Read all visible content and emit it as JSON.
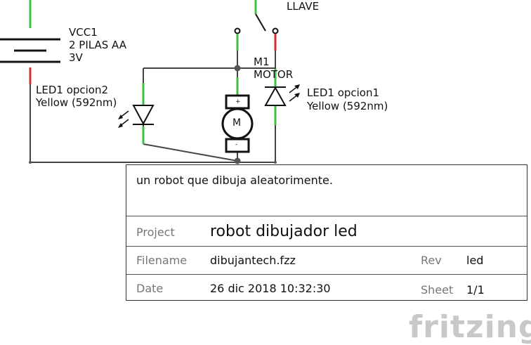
{
  "schematic": {
    "battery": {
      "ref": "VCC1",
      "value": "2 PILAS AA",
      "voltage": "3V"
    },
    "switch": {
      "ref": "LLAVE"
    },
    "motor": {
      "ref": "M1",
      "name": "MOTOR",
      "symbol": "M",
      "pin_plus": "+",
      "pin_minus": "-"
    },
    "led_left": {
      "ref": "LED1 opcion2",
      "color": "Yellow (592nm)"
    },
    "led_right": {
      "ref": "LED1 opcion1",
      "color": "Yellow (592nm)"
    },
    "wire_color": "#444444",
    "pin_green": "#40c040",
    "pin_red": "#d03030"
  },
  "title_block": {
    "description": "un robot que dibuja aleatorimente.",
    "project_label": "Project",
    "project": "robot dibujador led",
    "filename_label": "Filename",
    "filename": "dibujantech.fzz",
    "rev_label": "Rev",
    "rev": "led",
    "date_label": "Date",
    "date": "26 dic 2018 10:32:30",
    "sheet_label": "Sheet",
    "sheet": "1/1"
  },
  "watermark": "fritzing"
}
